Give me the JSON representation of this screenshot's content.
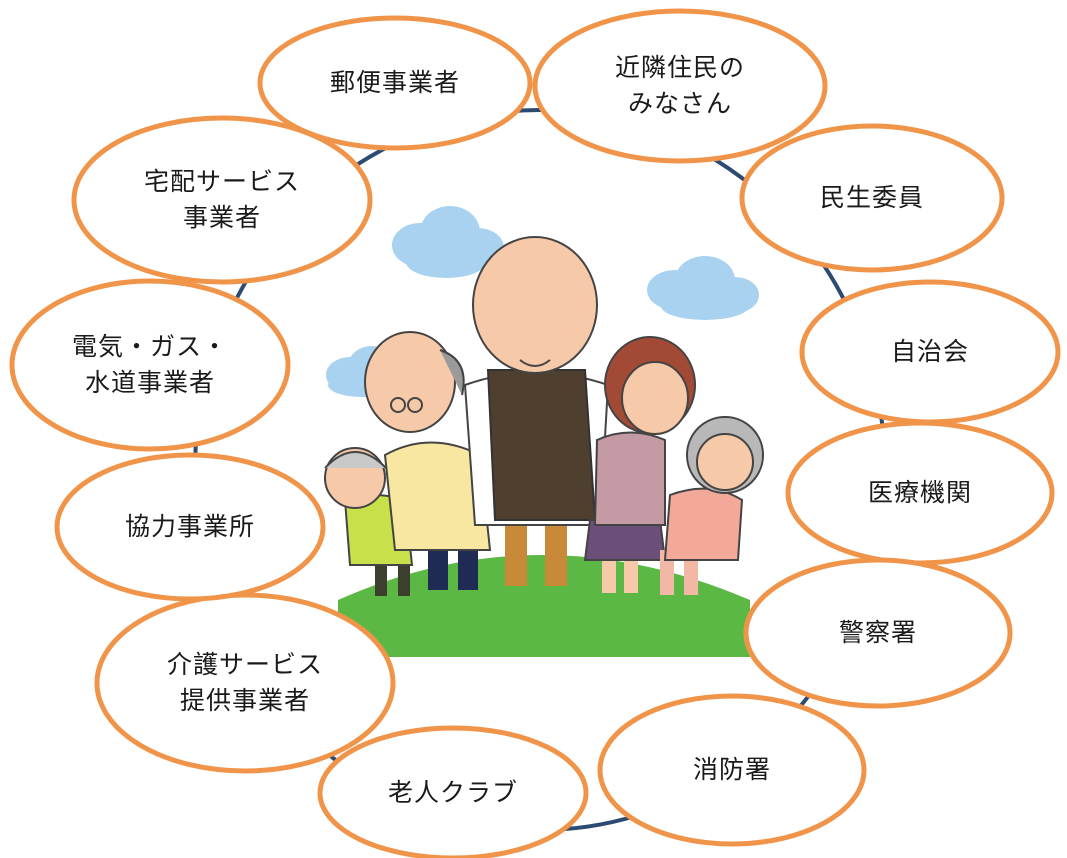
{
  "colors": {
    "ring": "#2b4b73",
    "ellipse_stroke": "#f0944a",
    "ellipse_fill": "#ffffff",
    "grass": "#5cb845",
    "cloud": "#a8d2f0"
  },
  "center_image": {
    "icon": "elderly-group-illustration"
  },
  "nodes": [
    {
      "id": "postal",
      "lines": [
        "郵便事業者"
      ]
    },
    {
      "id": "neighbors",
      "lines": [
        "近隣住民の",
        "みなさん"
      ]
    },
    {
      "id": "minsei",
      "lines": [
        "民生委員"
      ]
    },
    {
      "id": "jichikai",
      "lines": [
        "自治会"
      ]
    },
    {
      "id": "medical",
      "lines": [
        "医療機関"
      ]
    },
    {
      "id": "police",
      "lines": [
        "警察署"
      ]
    },
    {
      "id": "fire",
      "lines": [
        "消防署"
      ]
    },
    {
      "id": "seniorclub",
      "lines": [
        "老人クラブ"
      ]
    },
    {
      "id": "careservice",
      "lines": [
        "介護サービス",
        "提供事業者"
      ]
    },
    {
      "id": "partners",
      "lines": [
        "協力事業所"
      ]
    },
    {
      "id": "utilities",
      "lines": [
        "電気・ガス・",
        "水道事業者"
      ]
    },
    {
      "id": "delivery",
      "lines": [
        "宅配サービス",
        "事業者"
      ]
    }
  ]
}
